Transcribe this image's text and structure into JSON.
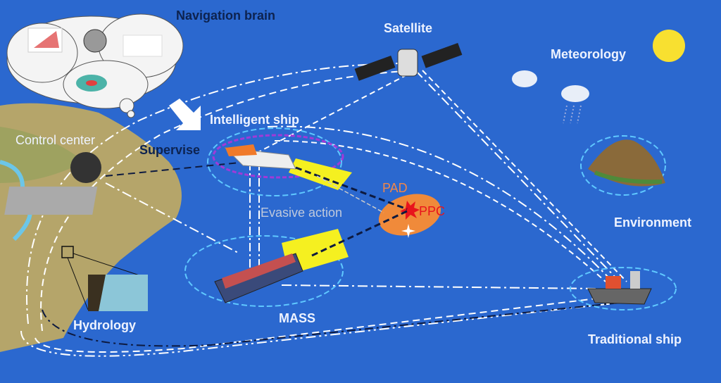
{
  "labels": {
    "navigation_brain": "Navigation brain",
    "satellite": "Satellite",
    "meteorology": "Meteorology",
    "intelligent_ship": "Intelligent ship",
    "control_center": "Control center",
    "supervise": "Supervise",
    "pad": "PAD",
    "ppc": "PPC",
    "evasive_action": "Evasive action",
    "environment": "Environment",
    "hydrology": "Hydrology",
    "mass": "MASS",
    "traditional_ship": "Traditional ship"
  },
  "colors": {
    "sea": "#2b68cf",
    "ship_zone": "#f5f020",
    "pad_zone": "#f08a3a",
    "ppc": "#e8141c",
    "domain_ring": "#a03ad8",
    "link": "#ffffff"
  }
}
